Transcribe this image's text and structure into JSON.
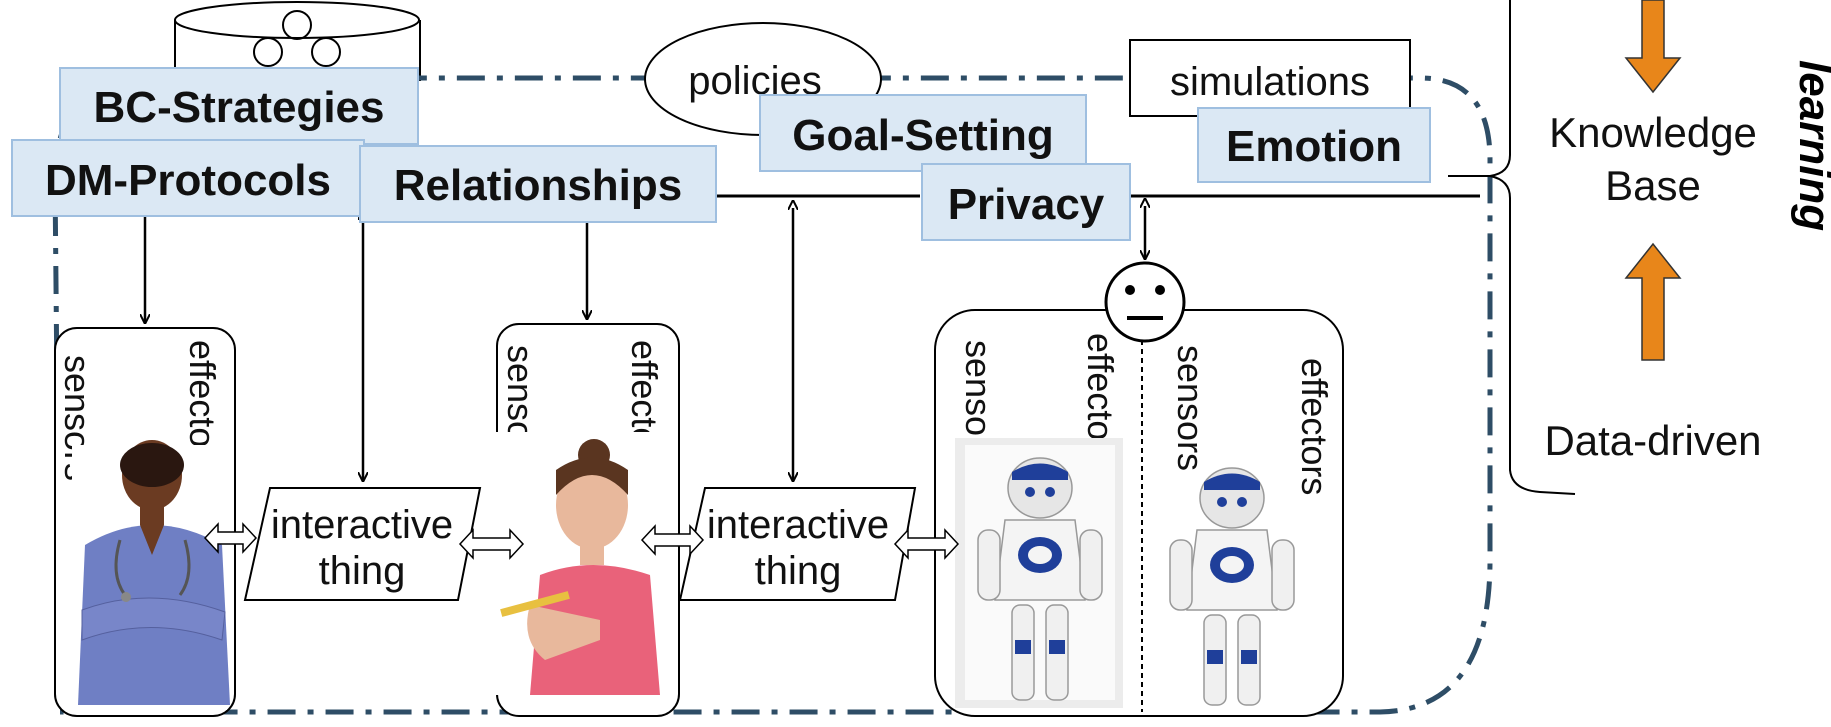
{
  "diagram": {
    "tags": {
      "bc_strategies": "BC-Strategies",
      "dm_protocols": "DM-Protocols",
      "relationships": "Relationships",
      "goal_setting": "Goal-Setting",
      "privacy": "Privacy",
      "emotion": "Emotion"
    },
    "policies": "policies",
    "simulations": "simulations",
    "interactive_thing_1": {
      "line1": "interactive",
      "line2": "thing"
    },
    "interactive_thing_2": {
      "line1": "interactive",
      "line2": "thing"
    },
    "agents": [
      {
        "role": "nurse",
        "sensors": "sensors",
        "effectors": "effectors"
      },
      {
        "role": "patient",
        "sensors": "sensors",
        "effectors": "effectors"
      },
      {
        "role": "robot-a",
        "sensors": "sensors",
        "effectors": "effectors"
      },
      {
        "role": "robot-b",
        "sensors": "sensors",
        "effectors": "effectors"
      }
    ],
    "knowledge_base": {
      "line1": "Knowledge",
      "line2": "Base"
    },
    "data_driven": "Data-driven",
    "learning": "learning",
    "colors": {
      "tag_fill": "#dbe8f4",
      "tag_border": "#9fbfe0",
      "dashed_boundary": "#2e4d66",
      "arrow_orange": "#e8861a",
      "scrubs": "#6f7fc4",
      "robot_blue": "#1f3f9a",
      "shirt_pink": "#e9627a"
    }
  }
}
